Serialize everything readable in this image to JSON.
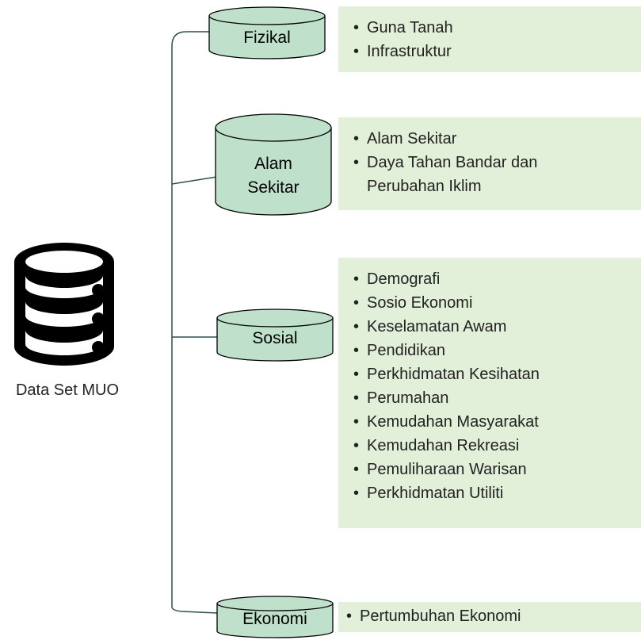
{
  "dataset": {
    "label": "Data Set MUO",
    "icon": "database-icon"
  },
  "colors": {
    "cylinder_fill": "#bfe0cb",
    "cylinder_stroke": "#000000",
    "panel_fill": "#e2efd9",
    "connector": "#2f4f4f"
  },
  "categories": [
    {
      "id": "fizikal",
      "label": "Fizikal",
      "items": [
        "Guna Tanah",
        "Infrastruktur"
      ]
    },
    {
      "id": "alam-sekitar",
      "label_lines": [
        "Alam",
        "Sekitar"
      ],
      "items": [
        "Alam Sekitar",
        "Daya Tahan Bandar dan",
        "Perubahan Iklim"
      ]
    },
    {
      "id": "sosial",
      "label": "Sosial",
      "items": [
        "Demografi",
        "Sosio Ekonomi",
        "Keselamatan Awam",
        "Pendidikan",
        "Perkhidmatan Kesihatan",
        "Perumahan",
        "Kemudahan Masyarakat",
        "Kemudahan Rekreasi",
        "Pemuliharaan Warisan",
        "Perkhidmatan Utiliti"
      ]
    },
    {
      "id": "ekonomi",
      "label": "Ekonomi",
      "items": [
        "Pertumbuhan Ekonomi"
      ]
    }
  ]
}
